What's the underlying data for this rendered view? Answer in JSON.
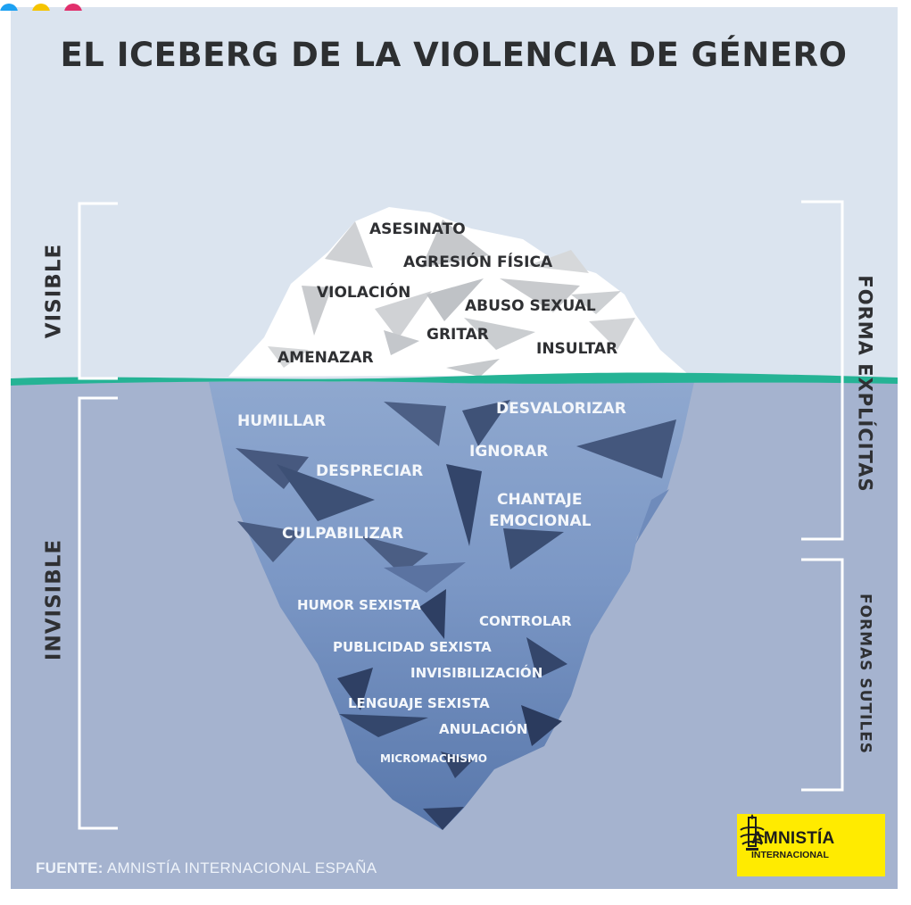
{
  "title": "EL ICEBERG DE LA VIOLENCIA DE GÉNERO",
  "side_labels": {
    "visible": "VISIBLE",
    "invisible": "INVISIBLE",
    "explicit": "FORMA EXPLÍCITAS",
    "subtle": "FORMAS SUTILES"
  },
  "above_water": [
    "ASESINATO",
    "AGRESIÓN FÍSICA",
    "VIOLACIÓN",
    "ABUSO SEXUAL",
    "GRITAR",
    "INSULTAR",
    "AMENAZAR"
  ],
  "below_water": [
    "HUMILLAR",
    "DESVALORIZAR",
    "IGNORAR",
    "DESPRECIAR",
    "CHANTAJE",
    "EMOCIONAL",
    "CULPABILIZAR",
    "HUMOR SEXISTA",
    "CONTROLAR",
    "PUBLICIDAD SEXISTA",
    "INVISIBILIZACIÓN",
    "LENGUAJE SEXISTA",
    "ANULACIÓN",
    "MICROMACHISMO"
  ],
  "source": {
    "prefix": "FUENTE:",
    "text": " AMNISTÍA INTERNACIONAL ESPAÑA"
  },
  "logo": {
    "line1": "AMNISTÍA",
    "line2": "INTERNACIONAL"
  },
  "colors": {
    "sky": "#dbe4ef",
    "sea": "#a5b3cf",
    "waterline": "#25b395",
    "ice_light": "#ffffff",
    "ice_deep": "#5f7fb3",
    "logo_yellow": "#ffeb00"
  }
}
